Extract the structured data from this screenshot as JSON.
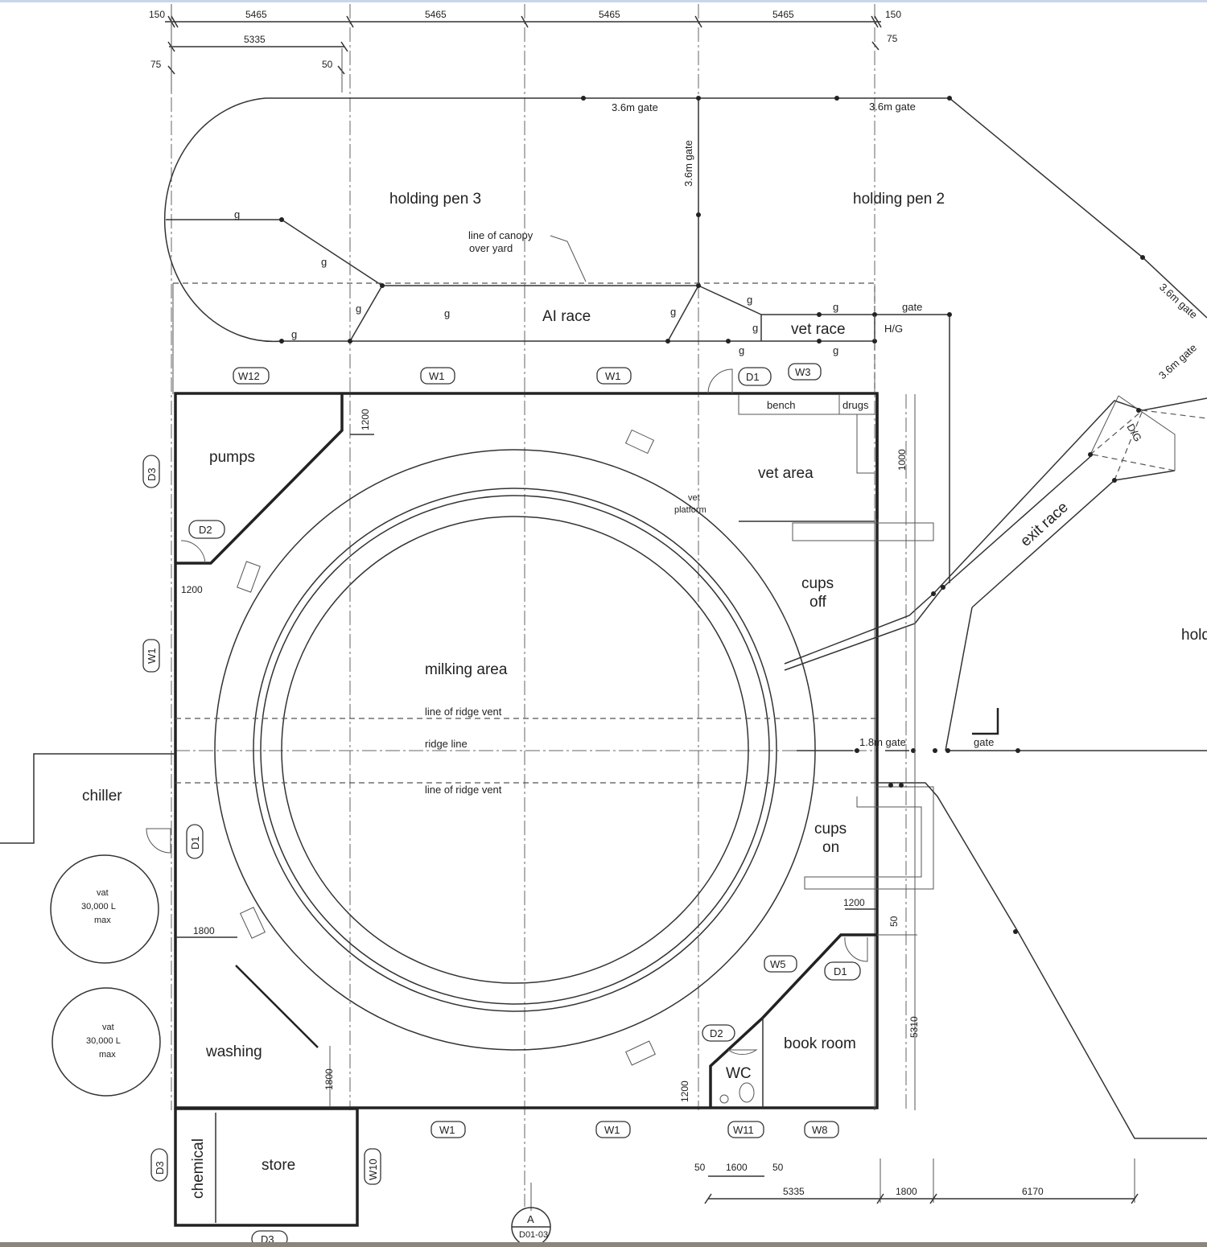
{
  "title_marker": {
    "letter": "A",
    "sheet": "D01-03"
  },
  "dimensions_top": {
    "row1": [
      "150",
      "5465",
      "5465",
      "5465",
      "5465",
      "150"
    ],
    "row2": [
      "5335",
      "75"
    ],
    "row3": [
      "75",
      "50"
    ]
  },
  "dimensions_bottom": {
    "row1": [
      "50",
      "1600",
      "50"
    ],
    "row2": [
      "5335",
      "1800",
      "6170"
    ]
  },
  "dimensions_inner": {
    "pumps_1200": "1200",
    "vet_1000": "1000",
    "left_1200": "1200",
    "washing_1800_h": "1800",
    "washing_1800_v": "1800",
    "cups_on_1200": "1200",
    "cups_on_50": "50",
    "book_5310": "5310",
    "wc_1200": "1200"
  },
  "rooms": {
    "holding_pen_3": "holding pen 3",
    "holding_pen_2": "holding pen 2",
    "holding_partial": "hold",
    "ai_race": "AI race",
    "vet_race": "vet race",
    "pumps": "pumps",
    "vet_area": "vet area",
    "vet_platform_1": "vet",
    "vet_platform_2": "platform",
    "cups_off_1": "cups",
    "cups_off_2": "off",
    "milking_area": "milking area",
    "cups_on_1": "cups",
    "cups_on_2": "on",
    "chiller": "chiller",
    "washing": "washing",
    "book_room": "book room",
    "wc": "WC",
    "store": "store",
    "chemical": "chemical",
    "exit_race": "exit race",
    "bench": "bench",
    "drugs": "drugs"
  },
  "annotations": {
    "canopy_1": "line of canopy",
    "canopy_2": "over yard",
    "ridge_vent_top": "line of ridge vent",
    "ridge_line": "ridge line",
    "ridge_vent_bottom": "line of ridge vent",
    "gate_36_a": "3.6m gate",
    "gate_36_b": "3.6m gate",
    "gate_36_vertical": "3.6m gate",
    "gate_36_diag_a": "3.6m gate",
    "gate_36_diag_b": "3.6m gate",
    "gate": "gate",
    "gate_hg": "H/G",
    "gate_18": "1.8m gate",
    "gate_lower": "gate",
    "dg": "D/G",
    "g": "g"
  },
  "vats": [
    {
      "l1": "vat",
      "l2": "30,000 L",
      "l3": "max"
    },
    {
      "l1": "vat",
      "l2": "30,000 L",
      "l3": "max"
    }
  ],
  "tags": {
    "w12": "W12",
    "w1_a": "W1",
    "w1_b": "W1",
    "d1_top": "D1",
    "w3": "W3",
    "d3_left": "D3",
    "d2_pumps": "D2",
    "w1_left": "W1",
    "d1_left": "D1",
    "w5": "W5",
    "d1_book": "D1",
    "d2_wc": "D2",
    "w1_bot_a": "W1",
    "w1_bot_b": "W1",
    "w11": "W11",
    "w8": "W8",
    "d3_store": "D3",
    "w10": "W10",
    "d3_bottom": "D3"
  }
}
